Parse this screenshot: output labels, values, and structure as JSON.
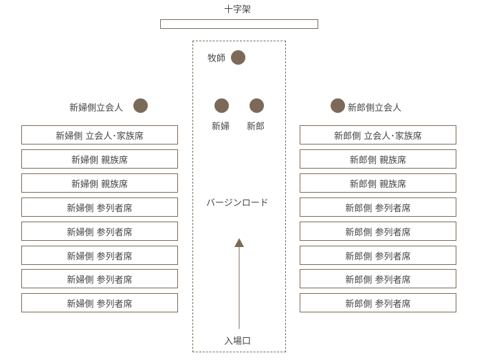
{
  "cross_label": "十字架",
  "pastor_label": "牧師",
  "bride_witness_label": "新婦側立会人",
  "groom_witness_label": "新郎側立会人",
  "bride_label": "新婦",
  "groom_label": "新郎",
  "aisle_label": "バージンロード",
  "entrance_label": "入場口",
  "bride_side_seats": [
    "新婦側 立会人･家族席",
    "新婦側 親族席",
    "新婦側 親族席",
    "新婦側 参列者席",
    "新婦側 参列者席",
    "新婦側 参列者席",
    "新婦側 参列者席",
    "新婦側 参列者席"
  ],
  "groom_side_seats": [
    "新郎側 立会人･家族席",
    "新郎側 親族席",
    "新郎側 親族席",
    "新郎側 参列者席",
    "新郎側 参列者席",
    "新郎側 参列者席",
    "新郎側 参列者席",
    "新郎側 参列者席"
  ],
  "colors": {
    "accent": "#7b6a58"
  }
}
